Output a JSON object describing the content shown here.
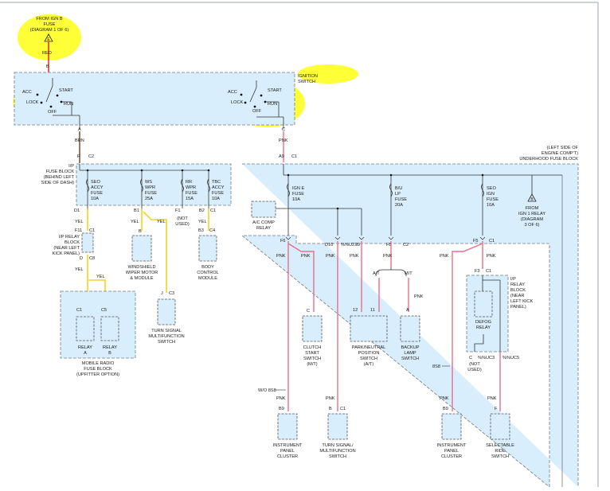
{
  "source_fuse": {
    "l1": "FROM IGN B",
    "l2": "FUSE",
    "l3": "(DIAGRAM 1 OF 6)",
    "triangle": "E"
  },
  "wire_labels": {
    "red": "RED",
    "brn": "BRN",
    "pnk": "PNK",
    "yel": "YEL",
    "wo888": "W/O 8S8",
    "b888": "8S8",
    "at": "A/T",
    "mt": "M/T"
  },
  "ignition_switch": {
    "l1": "IGNITION",
    "l2": "SWITCH",
    "acc": "ACC",
    "lock": "LOCK",
    "off": "OFF",
    "start": "START",
    "run": "RUN"
  },
  "pins": {
    "b": "B",
    "a": "A",
    "c": "C",
    "f": "F",
    "c2": "C2",
    "a9": "A9",
    "c1": "C1",
    "d1": "D1",
    "b1": "B1",
    "f1": "F1",
    "b2": "B2",
    "f11": "F11",
    "d": "D",
    "c8": "C8",
    "b3": "B3",
    "c4": "C4",
    "j": "J",
    "c3": "C3",
    "c5": "C5",
    "f6": "F6",
    "d10": "D10",
    "u9": "%%U2Ǝ9",
    "f8": "F8",
    "f5": "F5",
    "f3": "F3",
    "u5": "%%UC5",
    "u3": "%%UC3",
    "n12": "12",
    "n11": "11",
    "b9": "B9",
    "cpin": "C",
    "apin": "A",
    "bpin": "B"
  },
  "ip_fuse_block": {
    "l1": "I/P",
    "l2": "FUSE BLOCK",
    "l3": "(BEHIND LEFT",
    "l4": "SIDE OF DASH)",
    "fuses": [
      {
        "l1": "SEO",
        "l2": "ACCY",
        "l3": "FUSE",
        "l4": "10A"
      },
      {
        "l1": "WS",
        "l2": "WPR",
        "l3": "FUSE",
        "l4": "25A"
      },
      {
        "l1": "RR",
        "l2": "WPR",
        "l3": "FUSE",
        "l4": "15A"
      },
      {
        "l1": "TBC",
        "l2": "ACCY",
        "l3": "FUSE",
        "l4": "10A"
      }
    ]
  },
  "not_used": {
    "l1": "(NOT",
    "l2": "USED)"
  },
  "ip_relay_block_left": {
    "l1": "I/P RELAY",
    "l2": "BLOCK",
    "l3": "(NEAR LEFT",
    "l4": "KICK PANEL)"
  },
  "windshield_wiper": {
    "l1": "WINDSHIELD",
    "l2": "WIPER MOTOR",
    "l3": "& MODULE"
  },
  "body_control": {
    "l1": "BODY",
    "l2": "CONTROL",
    "l3": "MODULE"
  },
  "turn_signal_left": {
    "l1": "TURN SIGNAL",
    "l2": "MULTIFUNCTION",
    "l3": "SWITCH"
  },
  "mobile_radio": {
    "relay_a1": "RELAY",
    "relay_a2": "A",
    "relay_b1": "RELAY",
    "relay_b2": "B",
    "l1": "MOBILE RADIO",
    "l2": "FUSE BLOCK",
    "l3": "(UPFITTER OPTION)"
  },
  "underhood": {
    "l1": "(LEFT SIDE OF",
    "l2": "ENGINE COMP'T)",
    "l3": "UNDERHOOD FUSE BLOCK",
    "fuses": [
      {
        "l1": "IGN E",
        "l2": "FUSE",
        "l3": "10A"
      },
      {
        "l1": "B/U",
        "l2": "LP",
        "l3": "FUSE",
        "l4": "20A"
      },
      {
        "l1": "SEO",
        "l2": "IGN",
        "l3": "FUSE",
        "l4": "10A"
      }
    ],
    "ac_relay": {
      "l1": "A/C COMP",
      "l2": "RELAY"
    },
    "from_ign1": {
      "triangle": "B",
      "l1": "FROM",
      "l2": "IGN 1 RELAY",
      "l3": "(DIAGRAM",
      "l4": "3 OF 6)"
    }
  },
  "clutch_start": {
    "l1": "CLUTCH",
    "l2": "START",
    "l3": "SWITCH",
    "l4": "(M/T)"
  },
  "park_neutral": {
    "l1": "PARK/NEUTRAL",
    "l2": "POSITION",
    "l3": "SWITCH",
    "l4": "(A/T)"
  },
  "backup_lamp": {
    "l1": "BACKUP",
    "l2": "LAMP",
    "l3": "SWITCH"
  },
  "ip_relay_block_right": {
    "l1": "I/P",
    "l2": "RELAY",
    "l3": "BLOCK",
    "l4": "(NEAR",
    "l5": "LEFT KICK",
    "l6": "PANEL)"
  },
  "defog_relay": {
    "l1": "DEFOG",
    "l2": "RELAY"
  },
  "not_used_right": {
    "l1": "(NOT",
    "l2": "USED)"
  },
  "instrument_cluster_1": {
    "l1": "INSTRUMENT",
    "l2": "PANEL",
    "l3": "CLUSTER"
  },
  "turn_signal_bottom": {
    "l1": "TURN SIGNAL/",
    "l2": "MULTIFUNCTION",
    "l3": "SWITCH"
  },
  "instrument_cluster_2": {
    "l1": "INSTRUMENT",
    "l2": "PANEL",
    "l3": "CLUSTER"
  },
  "selectable_ride": {
    "l1": "SELECTABLE",
    "l2": "RIDE",
    "l3": "SWITCH"
  },
  "colors": {
    "red_wire": "#e41b1b",
    "pink_wire": "#e86f8c",
    "yellow_wire": "#f3d41e",
    "brown_wire": "#6e3b12",
    "block_fill": "#d9eefc",
    "highlight": "#ffff00"
  }
}
